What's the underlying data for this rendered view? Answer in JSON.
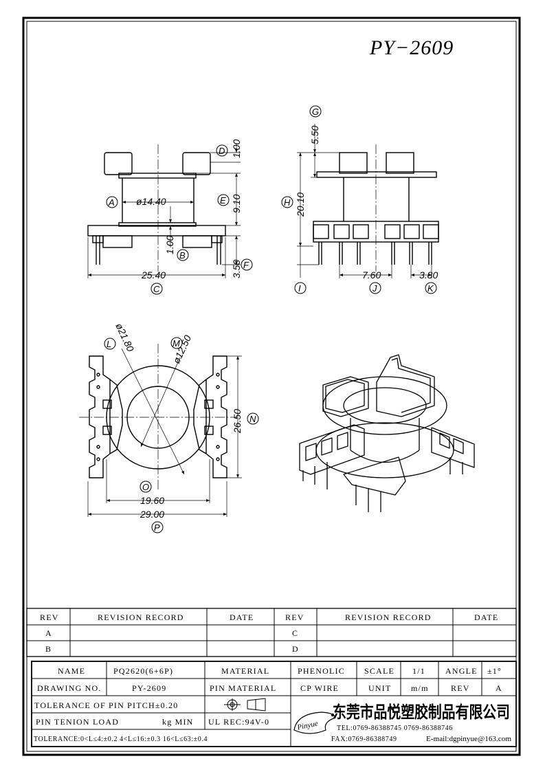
{
  "title": "PY−2609",
  "dims": {
    "d_top": "1.00",
    "d_flange": "9.10",
    "d_dia_core": "ø14.40",
    "d_bottom": "1.00",
    "d_pin": "3.50",
    "d_width_front": "25.40",
    "d_g": "5.50",
    "d_h": "20.10",
    "d_pitch_j": "7.60",
    "d_pitch_k": "3.80",
    "d_dia_l": "ø21.80",
    "d_dia_m": "ø12.50",
    "d_n": "26.50",
    "d_o": "19.60",
    "d_p": "29.00"
  },
  "labels": {
    "A": "A",
    "B": "B",
    "C": "C",
    "D": "D",
    "E": "E",
    "F": "F",
    "G": "G",
    "H": "H",
    "I": "I",
    "J": "J",
    "K": "K",
    "L": "L",
    "M": "M",
    "N": "N",
    "O": "O",
    "P": "P"
  },
  "revision": {
    "rev_h1": "REV",
    "rec_h1": "REVISION RECORD",
    "date_h1": "DATE",
    "rev_h2": "REV",
    "rec_h2": "REVISION RECORD",
    "date_h2": "DATE",
    "rows": [
      "A",
      "B",
      "C",
      "D"
    ]
  },
  "titleblock": {
    "name_l": "NAME",
    "name_v": "PQ2620(6+6P)",
    "material_l": "MATERIAL",
    "material_v": "PHENOLIC",
    "scale_l": "SCALE",
    "scale_v": "1/1",
    "angle_l": "ANGLE",
    "angle_v": "±1°",
    "drawing_l": "DRAWING NO.",
    "drawing_v": "PY-2609",
    "pinmat_l": "PIN MATERIAL",
    "pinmat_v": "CP WIRE",
    "unit_l": "UNIT",
    "unit_v": "m/m",
    "rev_l": "REV",
    "rev_v": "A",
    "tol_pitch": "TOLERANCE OF PIN PITCH±0.20",
    "pin_load": "PIN TENION LOAD",
    "pin_load_v": "kg MIN",
    "ul": "UL REC:94V-0",
    "tolerance": "TOLERANCE:0<L≤4:±0.2  4<L≤16:±0.3  16<L≤63:±0.4",
    "logo_word": "Pinyue",
    "company": "东莞市品悦塑胶制品有限公司",
    "tel": "TEL:0769-86388745   0769-86388746",
    "fax": "FAX:0769-86388749",
    "email": "E-mail:dgpinyue@163.com"
  }
}
